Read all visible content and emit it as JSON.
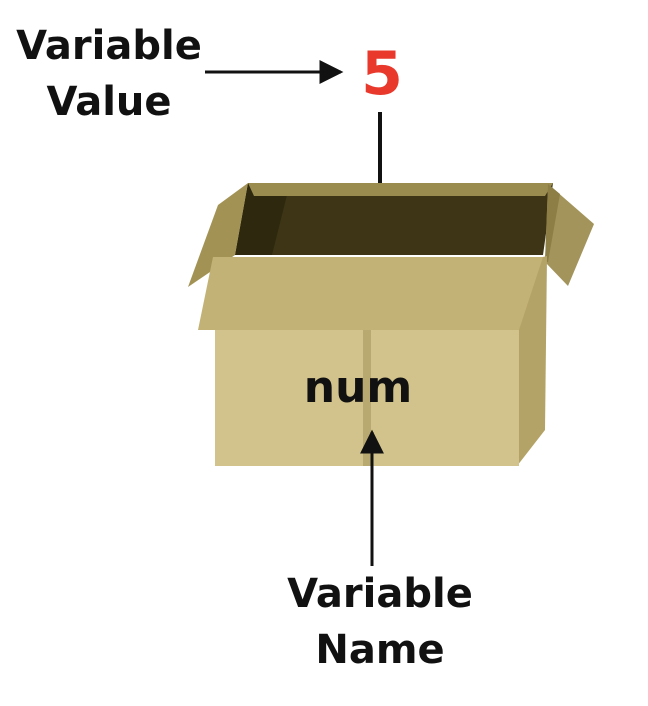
{
  "value_label": [
    "Variable",
    "Value"
  ],
  "value": "5",
  "variable_name": "num",
  "name_label": [
    "Variable",
    "Name"
  ],
  "colors": {
    "value": "#e8392c",
    "text": "#111111",
    "box_front": "#d2c38c",
    "box_side": "#b4a366",
    "box_inside": "#3d3515"
  }
}
